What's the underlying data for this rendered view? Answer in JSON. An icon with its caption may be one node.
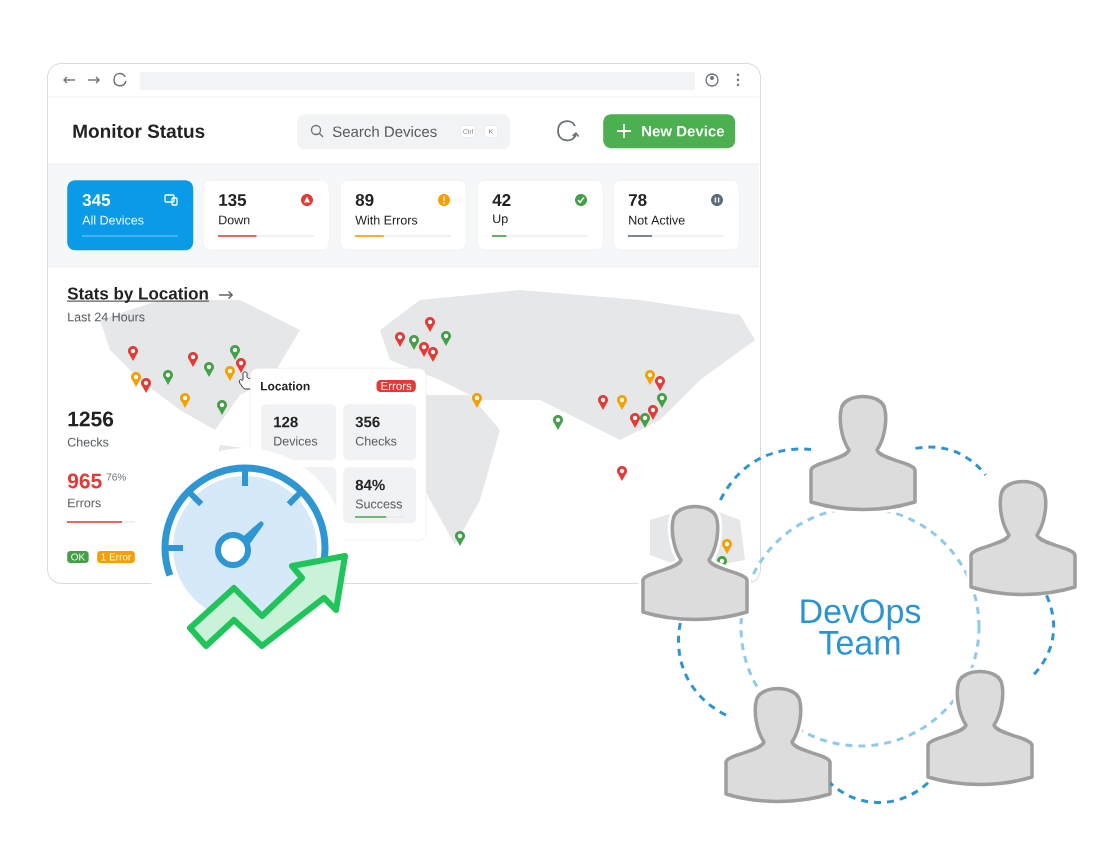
{
  "diagram": {
    "nodes": [
      {
        "text": [
          "Monitor Status"
        ]
      },
      {
        "text": [
          "Search Devices",
          "Ctrl",
          "K"
        ],
        "in": 0
      },
      {
        "text": [
          "New Device"
        ],
        "in": 0
      },
      {
        "text": [
          "345",
          "All Devices"
        ],
        "in": 0
      },
      {
        "text": [
          "135",
          "Down"
        ],
        "in": 0
      },
      {
        "text": [
          "89",
          "With Errors"
        ],
        "in": 0
      },
      {
        "text": [
          "42",
          "Up"
        ],
        "in": 0
      },
      {
        "text": [
          "78",
          "Not Active"
        ],
        "in": 0
      },
      {
        "text": [
          "Location",
          "Errors"
        ],
        "in": 0
      },
      {
        "text": [
          "128",
          "Devices"
        ],
        "in": 8
      },
      {
        "text": [
          "356",
          "Checks"
        ],
        "in": 8
      },
      {
        "text": [],
        "shape": "box",
        "in": 8
      },
      {
        "text": [
          "84%",
          "Success"
        ],
        "in": 8
      },
      {
        "text": [
          "DevOps Team"
        ]
      },
      {
        "text": [],
        "shape": "person"
      },
      {
        "text": [],
        "shape": "person"
      },
      {
        "text": [],
        "shape": "person"
      },
      {
        "text": [],
        "shape": "person"
      },
      {
        "text": [],
        "shape": "person"
      }
    ],
    "edges": [
      {
        "from": 14,
        "to": 15,
        "arrow": "none",
        "style": "dashed"
      },
      {
        "from": 15,
        "to": 17,
        "arrow": "none",
        "style": "dashed"
      },
      {
        "from": 17,
        "to": 18,
        "arrow": "none",
        "style": "dashed"
      },
      {
        "from": 18,
        "to": 16,
        "arrow": "none",
        "style": "dashed"
      },
      {
        "from": 16,
        "to": 14,
        "arrow": "none",
        "style": "dashed"
      }
    ],
    "labels": [
      "Stats by Location",
      "Last 24 Hours",
      "1256",
      "Checks",
      "965",
      "76%",
      "Errors",
      "OK",
      "1 Error"
    ]
  }
}
